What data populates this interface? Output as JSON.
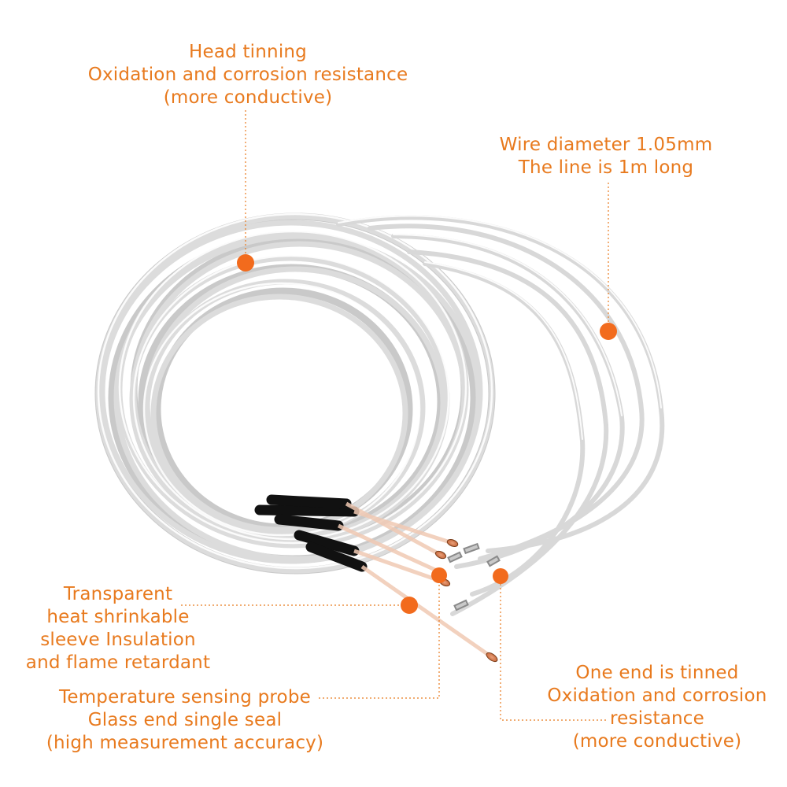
{
  "colors": {
    "accent": "#F26B1D",
    "label_text": "#E87A1E",
    "wire": "#DCDCDC",
    "wire_shadow": "#A9A9A9",
    "sleeve": "#111111",
    "background": "#FFFFFF"
  },
  "callouts": {
    "head_tinning": {
      "lines": [
        "Head tinning",
        "Oxidation and corrosion resistance",
        "(more conductive)"
      ]
    },
    "wire_spec": {
      "lines": [
        "Wire diameter 1.05mm",
        "The line is 1m long"
      ]
    },
    "sleeve": {
      "lines": [
        "Transparent",
        "heat shrinkable",
        "sleeve Insulation",
        "and flame retardant"
      ]
    },
    "probe": {
      "lines": [
        "Temperature sensing probe",
        "Glass end single seal",
        "(high measurement accuracy)"
      ]
    },
    "tinned_end": {
      "lines": [
        "One end is tinned",
        "Oxidation and corrosion",
        "resistance",
        "(more conductive)"
      ]
    }
  }
}
